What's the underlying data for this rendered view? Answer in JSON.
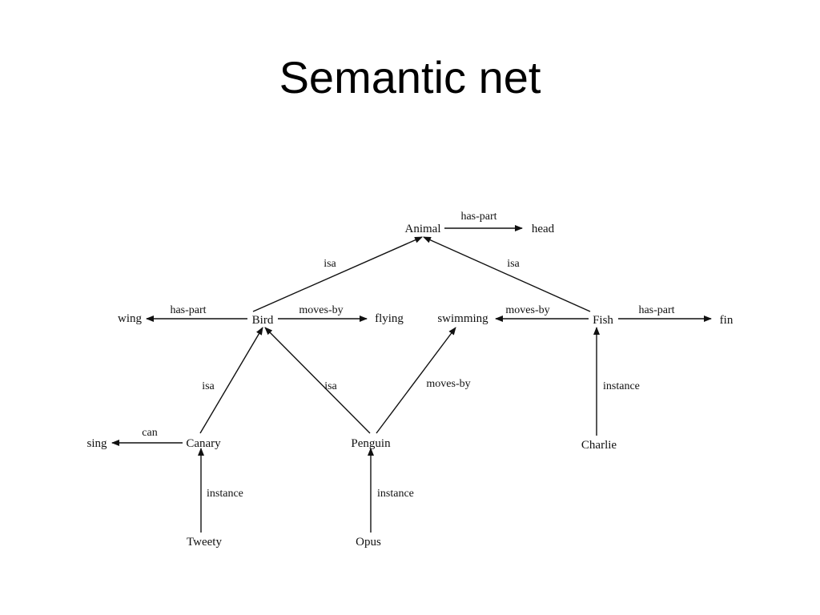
{
  "title": "Semantic net",
  "nodes": {
    "animal": "Animal",
    "head": "head",
    "wing": "wing",
    "bird": "Bird",
    "flying": "flying",
    "swimming": "swimming",
    "fish": "Fish",
    "fin": "fin",
    "sing": "sing",
    "canary": "Canary",
    "penguin": "Penguin",
    "charlie": "Charlie",
    "tweety": "Tweety",
    "opus": "Opus"
  },
  "edges": [
    {
      "from": "animal",
      "to": "head",
      "label": "has-part"
    },
    {
      "from": "bird",
      "to": "animal",
      "label": "isa"
    },
    {
      "from": "fish",
      "to": "animal",
      "label": "isa"
    },
    {
      "from": "bird",
      "to": "wing",
      "label": "has-part"
    },
    {
      "from": "bird",
      "to": "flying",
      "label": "moves-by"
    },
    {
      "from": "fish",
      "to": "swimming",
      "label": "moves-by"
    },
    {
      "from": "fish",
      "to": "fin",
      "label": "has-part"
    },
    {
      "from": "canary",
      "to": "bird",
      "label": "isa"
    },
    {
      "from": "penguin",
      "to": "bird",
      "label": "isa"
    },
    {
      "from": "penguin",
      "to": "swimming",
      "label": "moves-by"
    },
    {
      "from": "canary",
      "to": "sing",
      "label": "can"
    },
    {
      "from": "charlie",
      "to": "fish",
      "label": "instance"
    },
    {
      "from": "tweety",
      "to": "canary",
      "label": "instance"
    },
    {
      "from": "opus",
      "to": "penguin",
      "label": "instance"
    }
  ]
}
